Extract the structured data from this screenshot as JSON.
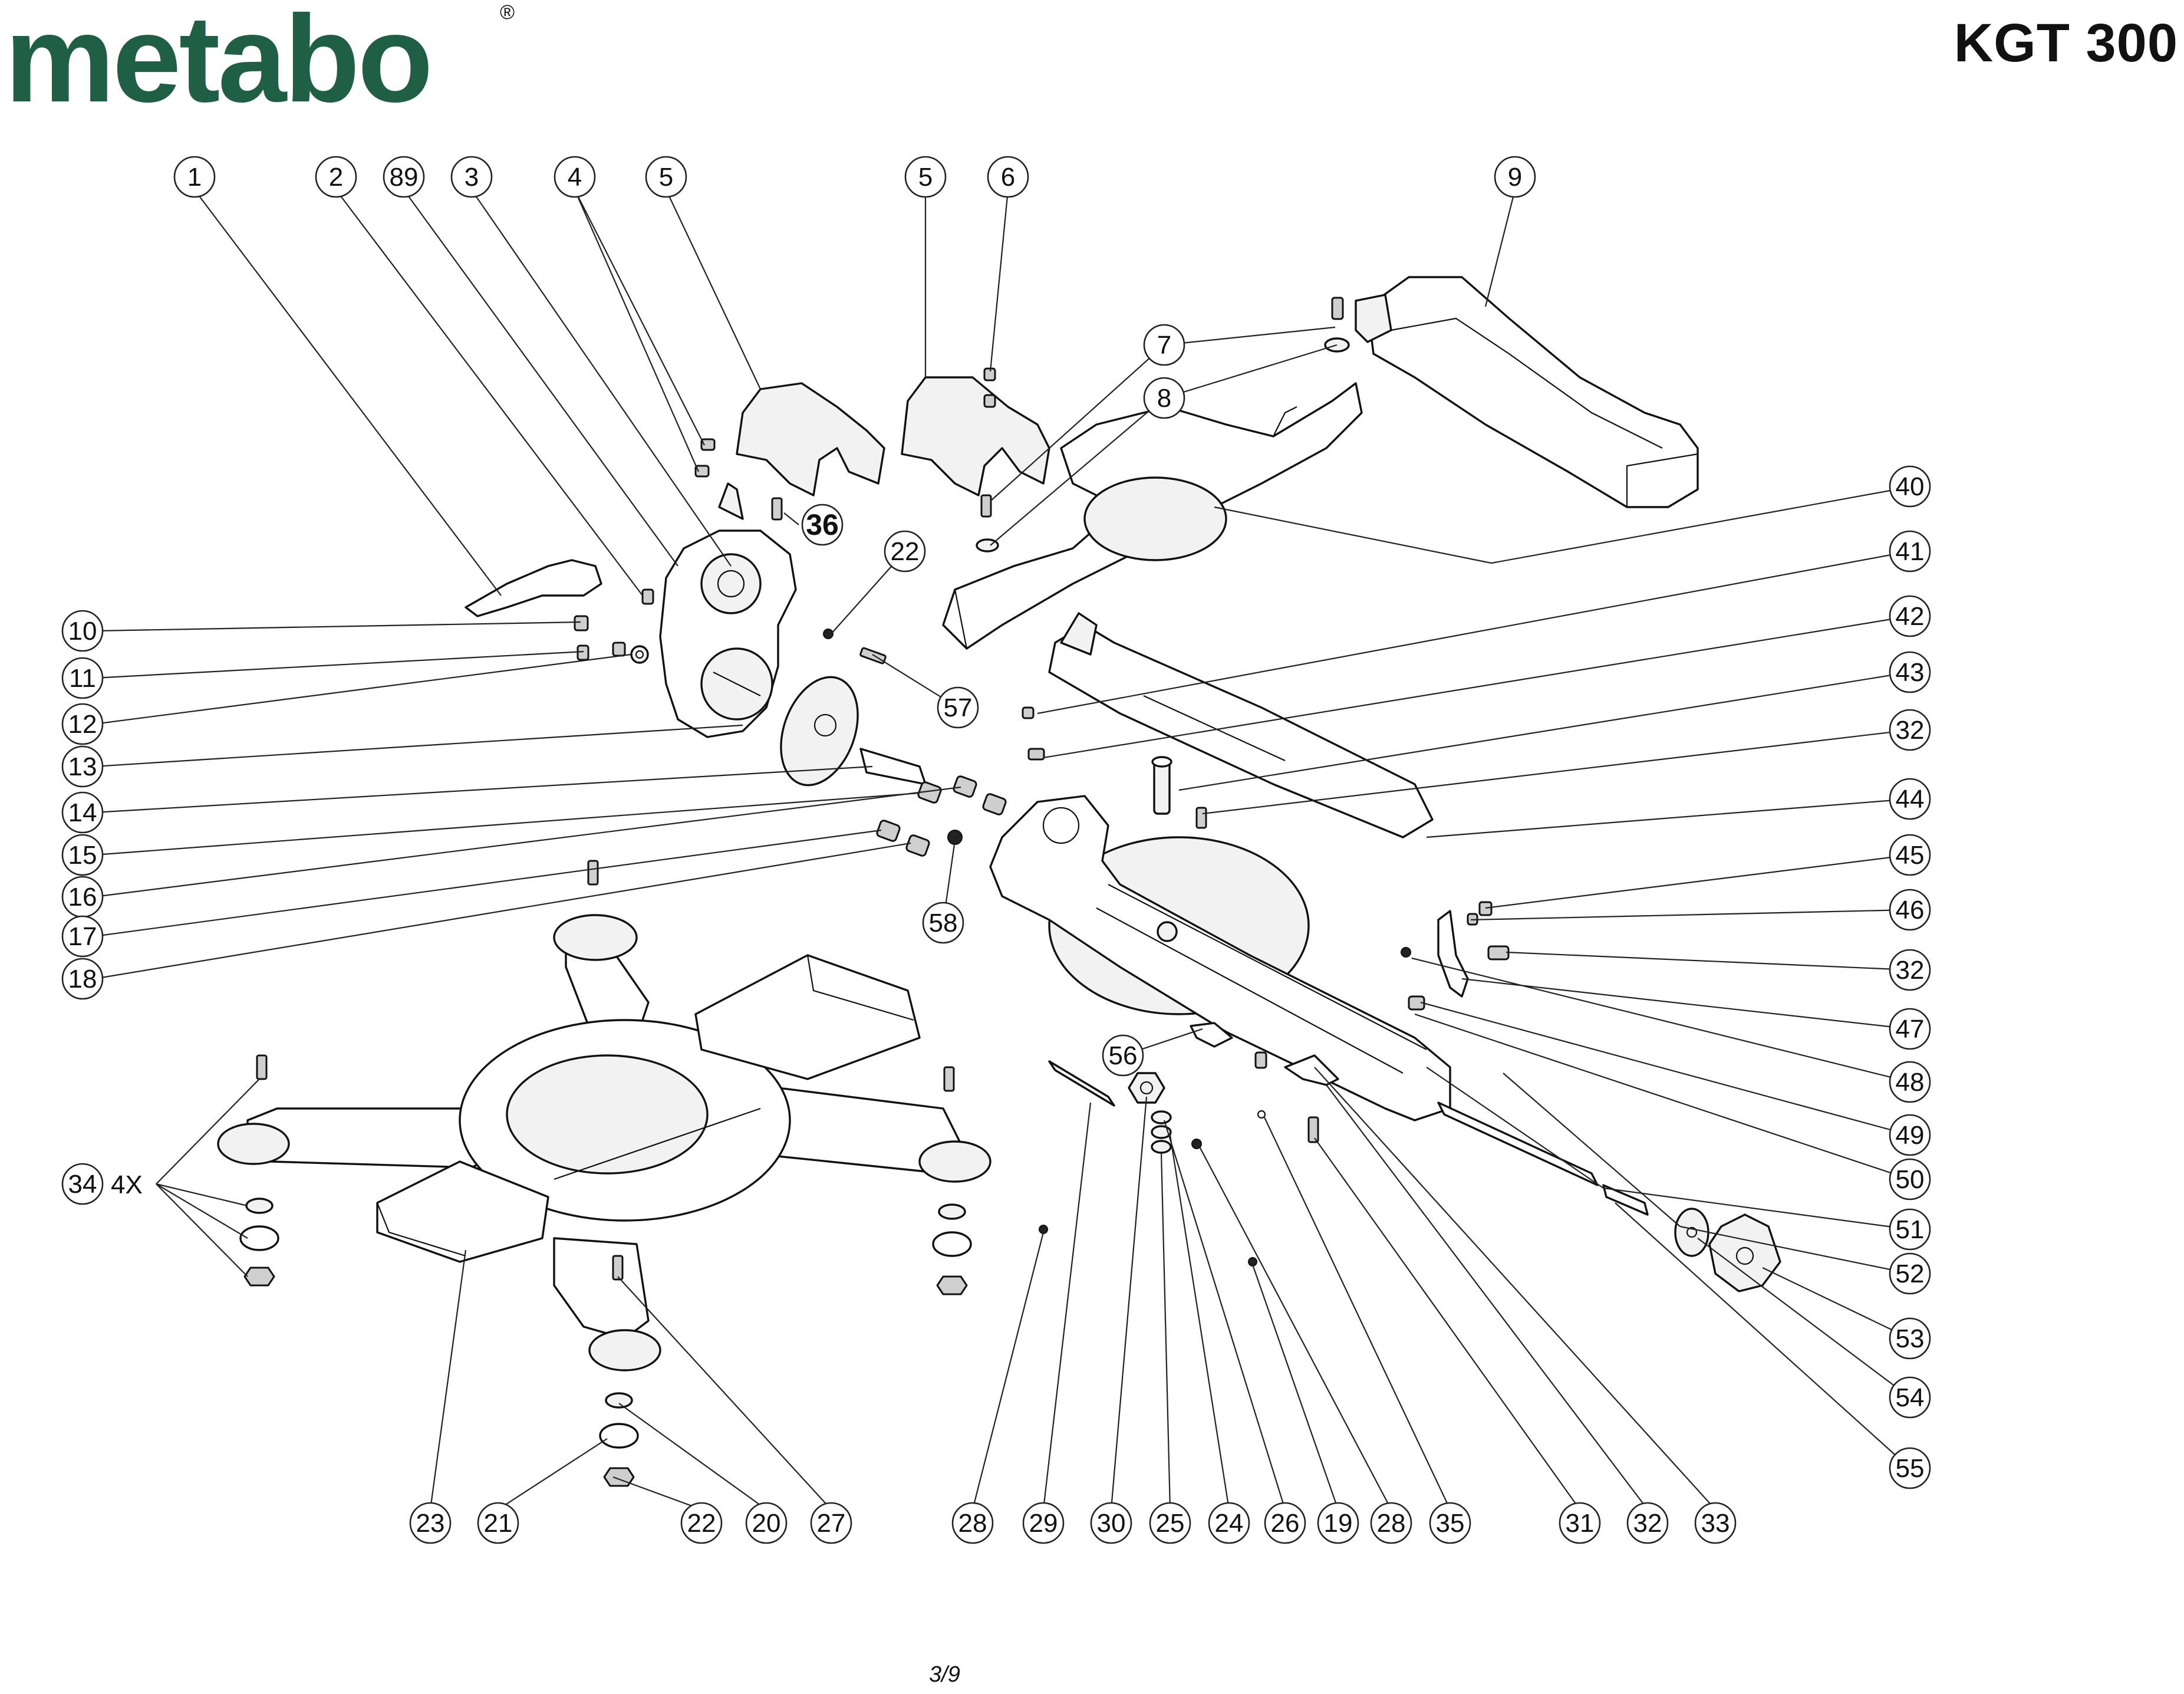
{
  "header": {
    "brand": "metabo",
    "brand_mark": "®",
    "brand_color": "#1f5f45",
    "model": "KGT 300"
  },
  "footer": {
    "page": "3/9"
  },
  "callouts": {
    "c1": "1",
    "c2": "2",
    "c89": "89",
    "c3": "3",
    "c4": "4",
    "c5a": "5",
    "c5b": "5",
    "c6": "6",
    "c9": "9",
    "c7": "7",
    "c8": "8",
    "c36": "36",
    "c22a": "22",
    "c57": "57",
    "c58": "58",
    "c56": "56",
    "c40": "40",
    "c41": "41",
    "c42": "42",
    "c43": "43",
    "c32a": "32",
    "c44": "44",
    "c45": "45",
    "c46": "46",
    "c32b": "32",
    "c47": "47",
    "c48": "48",
    "c49": "49",
    "c50": "50",
    "c51": "51",
    "c52": "52",
    "c53": "53",
    "c54": "54",
    "c55": "55",
    "c10": "10",
    "c11": "11",
    "c12": "12",
    "c13": "13",
    "c14": "14",
    "c15": "15",
    "c16": "16",
    "c17": "17",
    "c18": "18",
    "c34": "34",
    "qty_4x": "4X",
    "c23": "23",
    "c21": "21",
    "c22b": "22",
    "c20": "20",
    "c27": "27",
    "c28a": "28",
    "c29": "29",
    "c30": "30",
    "c25": "25",
    "c24": "24",
    "c26": "26",
    "c19": "19",
    "c28b": "28",
    "c35": "35",
    "c31": "31",
    "c32c": "32",
    "c33": "33"
  }
}
